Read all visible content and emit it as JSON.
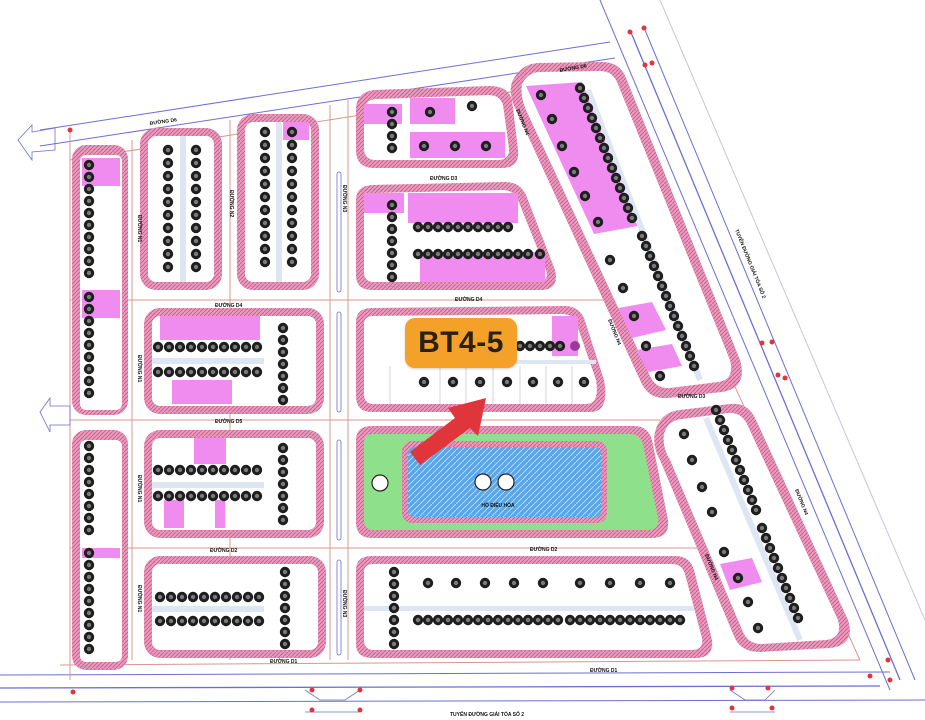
{
  "map": {
    "type": "urban site plan / subdivision layout",
    "colors": {
      "background": "#ffffff",
      "block_border": "#e58bb0",
      "block_border_hatch": "#d4608f",
      "lot_pink": "#f08cf0",
      "lot_white": "#ffffff",
      "park_green": "#8fe08a",
      "lake_blue": "#5aa7e8",
      "road_line_blue": "#6d6fd0",
      "road_line_red": "#d7988c",
      "tree_dark": "#222222",
      "callout_bg": "#f4a12a",
      "callout_text": "#2a2113",
      "arrow_red": "#e0353a"
    },
    "callout": {
      "label": "BT4-5",
      "arrow_direction": "up-right",
      "points_to": "southern row of block BT4"
    },
    "roads": [
      {
        "id": "duong-d1-bottom",
        "label": "ĐƯỜNG D1"
      },
      {
        "id": "duong-d2",
        "label": "ĐƯỜNG D2"
      },
      {
        "id": "duong-d3",
        "label": "ĐƯỜNG D3"
      },
      {
        "id": "duong-d4",
        "label": "ĐƯỜNG D4"
      },
      {
        "id": "duong-d5",
        "label": "ĐƯỜNG D5"
      },
      {
        "id": "duong-d6",
        "label": "ĐƯỜNG D6"
      },
      {
        "id": "duong-n1",
        "label": "ĐƯỜNG N1"
      },
      {
        "id": "duong-n2",
        "label": "ĐƯỜNG N2"
      },
      {
        "id": "duong-n3",
        "label": "ĐƯỜNG N3"
      },
      {
        "id": "duong-n4",
        "label": "ĐƯỜNG N4"
      },
      {
        "id": "main-road-east",
        "label": "TUYẾN ĐƯỜNG GIẢI TỎA SỐ 2"
      }
    ],
    "features": {
      "lake_label": "HỒ ĐIỀU HÒA"
    }
  }
}
